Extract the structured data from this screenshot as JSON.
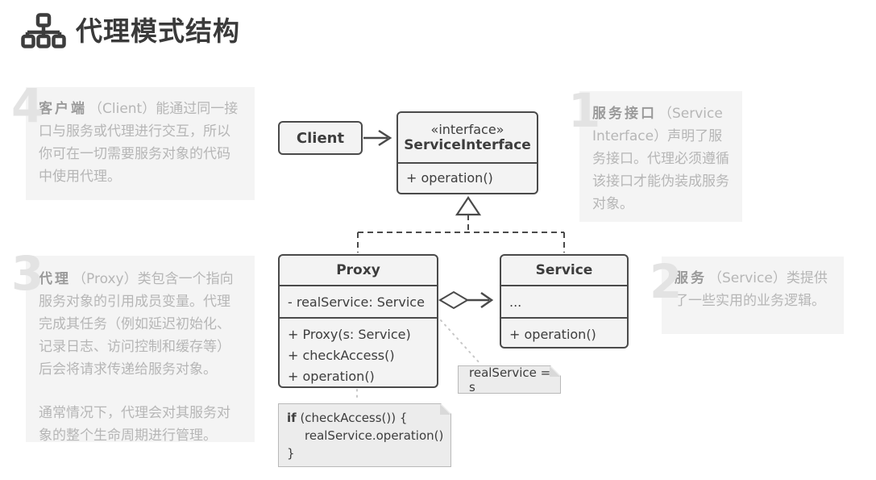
{
  "header": {
    "icon": "sitemap-icon",
    "title": "代理模式结构"
  },
  "diagram": {
    "client": {
      "name": "Client"
    },
    "service_interface": {
      "stereotype": "«interface»",
      "name": "ServiceInterface",
      "operations": [
        "+ operation()"
      ]
    },
    "proxy": {
      "name": "Proxy",
      "fields": [
        "- realService: Service"
      ],
      "operations": [
        "+ Proxy(s: Service)",
        "+ checkAccess()",
        "+ operation()"
      ]
    },
    "service": {
      "name": "Service",
      "fields": [
        "..."
      ],
      "operations": [
        "+ operation()"
      ]
    },
    "note_assignment": {
      "text": "realService = s"
    },
    "note_code": {
      "keyword": "if",
      "line1_rest": " (checkAccess()) {",
      "line2": "realService.operation()",
      "line3": "}"
    },
    "relations": [
      "Client → ServiceInterface (association)",
      "Proxy ⇢ ServiceInterface (realization)",
      "Service ⇢ ServiceInterface (realization)",
      "Proxy ◇→ Service (aggregation)"
    ]
  },
  "annotations": [
    {
      "number": "1",
      "term": "服务接口",
      "text": "（Service Interface）声明了服务接口。代理必须遵循该接口才能伪装成服务对象。"
    },
    {
      "number": "2",
      "term": "服务",
      "text": "（Service）类提供了一些实用的业务逻辑。"
    },
    {
      "number": "3",
      "term": "代理",
      "text": "（Proxy）类包含一个指向服务对象的引用成员变量。代理完成其任务（例如延迟初始化、记录日志、访问控制和缓存等）后会将请求传递给服务对象。",
      "text2": "通常情况下，代理会对其服务对象的整个生命周期进行管理。"
    },
    {
      "number": "4",
      "term": "客户端",
      "text": "（Client）能通过同一接口与服务或代理进行交互，所以你可在一切需要服务对象的代码中使用代理。"
    }
  ],
  "colors": {
    "box_fill": "#f3f3f3",
    "box_border": "#4a4a4a",
    "note_fill": "#ececec",
    "note_border": "#b9b9b9",
    "annotation_bg": "#f4f4f4",
    "annotation_text": "#b6b6b6",
    "annotation_number": "#e3e3e3",
    "title_text": "#3a3a3a"
  }
}
